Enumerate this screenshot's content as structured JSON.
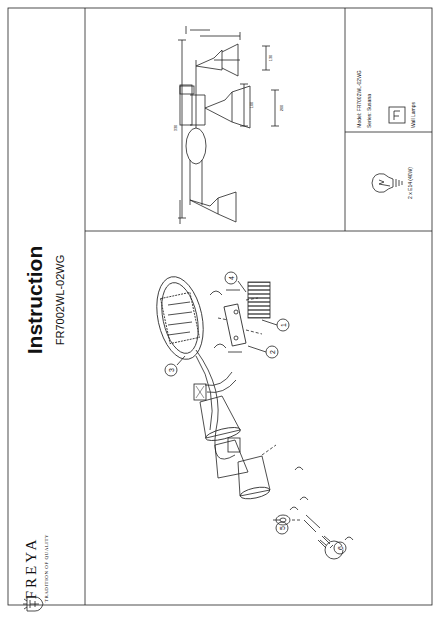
{
  "diagram": {
    "title": "Instruction",
    "labels": [
      "FR7002WL-02WG",
      "FREYA",
      "TRADITION OF QUALITY",
      "4",
      "1",
      "2",
      "3",
      "5",
      "6",
      "Model: FR7002WL-02WG",
      "Series: Susana",
      "Wall Lamps",
      "2 x E14 (40W)",
      "330",
      "100",
      "130",
      "200"
    ]
  }
}
